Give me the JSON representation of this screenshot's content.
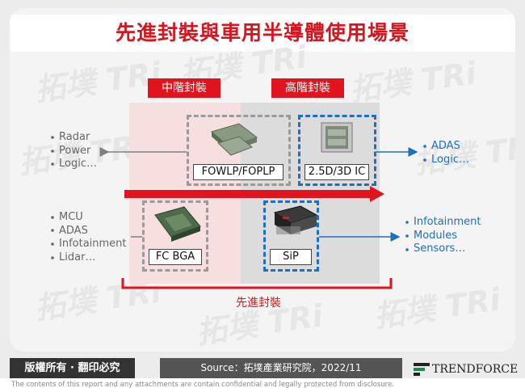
{
  "title": "先進封裝與車用半導體使用場景",
  "watermark": {
    "cn": "拓墣",
    "en": "TRi"
  },
  "labels": {
    "mid_tier": "中階封裝",
    "high_tier": "高階封裝",
    "advanced_packaging": "先進封裝"
  },
  "packages": {
    "fowlp": "FOWLP/FOPLP",
    "ic25d3d": "2.5D/3D IC",
    "fcbga": "FC BGA",
    "sip": "SiP"
  },
  "apps_top_left": [
    "Radar",
    "Power",
    "Logic…"
  ],
  "apps_bottom_left": [
    "MCU",
    "ADAS",
    "Infotainment",
    "Lidar…"
  ],
  "apps_top_right": [
    "ADAS",
    "Logic…"
  ],
  "apps_bottom_right": [
    "Infotainment",
    "Modules",
    "Sensors…"
  ],
  "footer": {
    "rights": "版權所有 · 翻印必究",
    "source": "Source：拓墣產業研究院，2022/11",
    "brand": "TRENDFORCE",
    "disclaimer": "The contents of this report and any attachments are contain confidential and legally protected from disclosure."
  },
  "colors": {
    "accent_red": "#e0141e",
    "accent_blue": "#1e6fc0",
    "gray_dash": "#9a9a9a"
  }
}
